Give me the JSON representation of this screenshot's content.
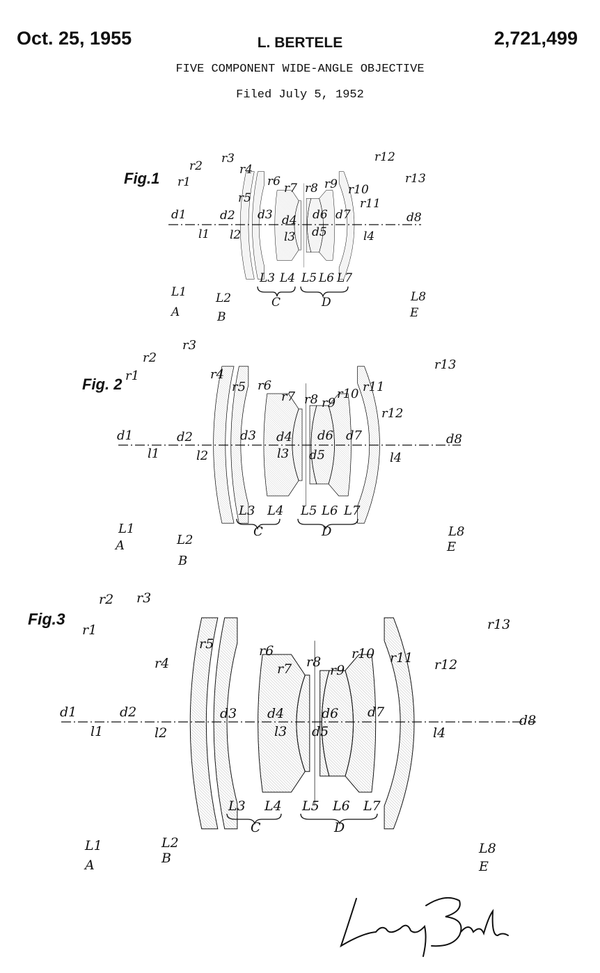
{
  "header": {
    "date": "Oct. 25, 1955",
    "inventor": "L. BERTELE",
    "patent_number": "2,721,499",
    "title": "FIVE COMPONENT WIDE-ANGLE OBJECTIVE",
    "filed": "Filed July 5, 1952"
  },
  "figures": [
    {
      "label": "Fig.1"
    },
    {
      "label": "Fig. 2"
    },
    {
      "label": "Fig.3"
    }
  ],
  "labels": {
    "r1": "r1",
    "r2": "r2",
    "r3": "r3",
    "r4": "r4",
    "r5": "r5",
    "r6": "r6",
    "r7": "r7",
    "r8": "r8",
    "r9": "r9",
    "r10": "r10",
    "r11": "r11",
    "r12": "r12",
    "r13": "r13",
    "d1": "d1",
    "d2": "d2",
    "d3": "d3",
    "d4": "d4",
    "d5": "d5",
    "d6": "d6",
    "d7": "d7",
    "d8": "d8",
    "l1": "l1",
    "l2": "l2",
    "l3": "l3",
    "l4": "l4",
    "L1": "L1",
    "L2": "L2",
    "L3": "L3",
    "L4": "L4",
    "L5": "L5",
    "L6": "L6",
    "L7": "L7",
    "L8": "L8",
    "A": "A",
    "B": "B",
    "C": "C",
    "D": "D",
    "E": "E"
  },
  "signature": "Ludwig Bertele"
}
